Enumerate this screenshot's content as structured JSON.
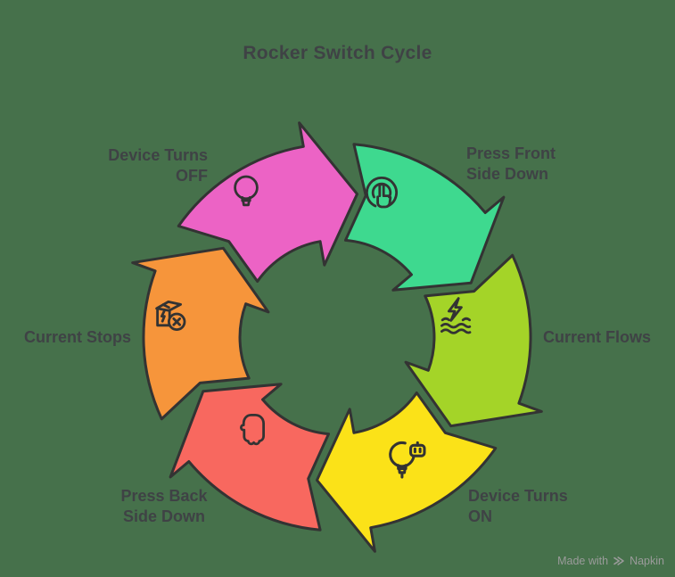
{
  "title": "Rocker Switch Cycle",
  "colors": {
    "background": "#46714B",
    "outline": "#333333",
    "text": "#3F4245",
    "footer_text": "#9B9B9B"
  },
  "steps": [
    {
      "name": "press-front-side-down",
      "label_lines": [
        "Press Front",
        "Side Down"
      ],
      "color": "#3ED98F",
      "icon": "tap-press-icon"
    },
    {
      "name": "current-flows",
      "label_lines": [
        "Current Flows"
      ],
      "color": "#A4D428",
      "icon": "lightning-over-waves-icon"
    },
    {
      "name": "device-turns-on",
      "label_lines": [
        "Device Turns",
        "ON"
      ],
      "color": "#FBE218",
      "icon": "smart-bulb-icon"
    },
    {
      "name": "press-back-side-down",
      "label_lines": [
        "Press Back",
        "Side Down"
      ],
      "color": "#F8685F",
      "icon": "fist-press-icon"
    },
    {
      "name": "current-stops",
      "label_lines": [
        "Current Stops"
      ],
      "color": "#F6953B",
      "icon": "package-stop-icon"
    },
    {
      "name": "device-turns-off",
      "label_lines": [
        "Device Turns",
        "OFF"
      ],
      "color": "#EC63C5",
      "icon": "bulb-off-icon"
    }
  ],
  "footer": {
    "made_with": "Made with",
    "brand": "Napkin"
  }
}
